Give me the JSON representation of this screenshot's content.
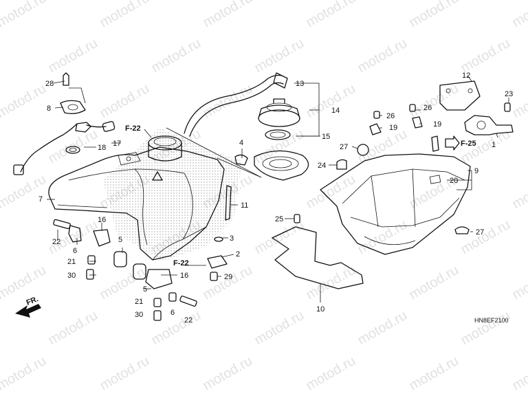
{
  "watermark": "motod.ru",
  "diagram_code": "HN8EF2100",
  "front_marker": "FR.",
  "callouts": [
    {
      "id": "c1",
      "text": "1"
    },
    {
      "id": "c2",
      "text": "2"
    },
    {
      "id": "c3",
      "text": "3"
    },
    {
      "id": "c4",
      "text": "4"
    },
    {
      "id": "c5a",
      "text": "5"
    },
    {
      "id": "c5b",
      "text": "5"
    },
    {
      "id": "c6a",
      "text": "6"
    },
    {
      "id": "c6b",
      "text": "6"
    },
    {
      "id": "c7",
      "text": "7"
    },
    {
      "id": "c8",
      "text": "8"
    },
    {
      "id": "c9",
      "text": "9"
    },
    {
      "id": "c10",
      "text": "10"
    },
    {
      "id": "c11",
      "text": "11"
    },
    {
      "id": "c12",
      "text": "12"
    },
    {
      "id": "c13",
      "text": "13"
    },
    {
      "id": "c14",
      "text": "14"
    },
    {
      "id": "c15",
      "text": "15"
    },
    {
      "id": "c16a",
      "text": "16"
    },
    {
      "id": "c16b",
      "text": "16"
    },
    {
      "id": "c17",
      "text": "17"
    },
    {
      "id": "c18",
      "text": "18"
    },
    {
      "id": "c19a",
      "text": "19"
    },
    {
      "id": "c19b",
      "text": "19"
    },
    {
      "id": "c20",
      "text": "20"
    },
    {
      "id": "c21a",
      "text": "21"
    },
    {
      "id": "c21b",
      "text": "21"
    },
    {
      "id": "c22a",
      "text": "22"
    },
    {
      "id": "c22b",
      "text": "22"
    },
    {
      "id": "c23",
      "text": "23"
    },
    {
      "id": "c24",
      "text": "24"
    },
    {
      "id": "c25",
      "text": "25"
    },
    {
      "id": "c26a",
      "text": "26"
    },
    {
      "id": "c26b",
      "text": "26"
    },
    {
      "id": "c27a",
      "text": "27"
    },
    {
      "id": "c27b",
      "text": "27"
    },
    {
      "id": "c28",
      "text": "28"
    },
    {
      "id": "c29",
      "text": "29"
    },
    {
      "id": "c30a",
      "text": "30"
    },
    {
      "id": "c30b",
      "text": "30"
    }
  ],
  "references": [
    {
      "id": "f22a",
      "text": "F-22"
    },
    {
      "id": "f22b",
      "text": "F-22"
    },
    {
      "id": "f25",
      "text": "F-25"
    }
  ]
}
